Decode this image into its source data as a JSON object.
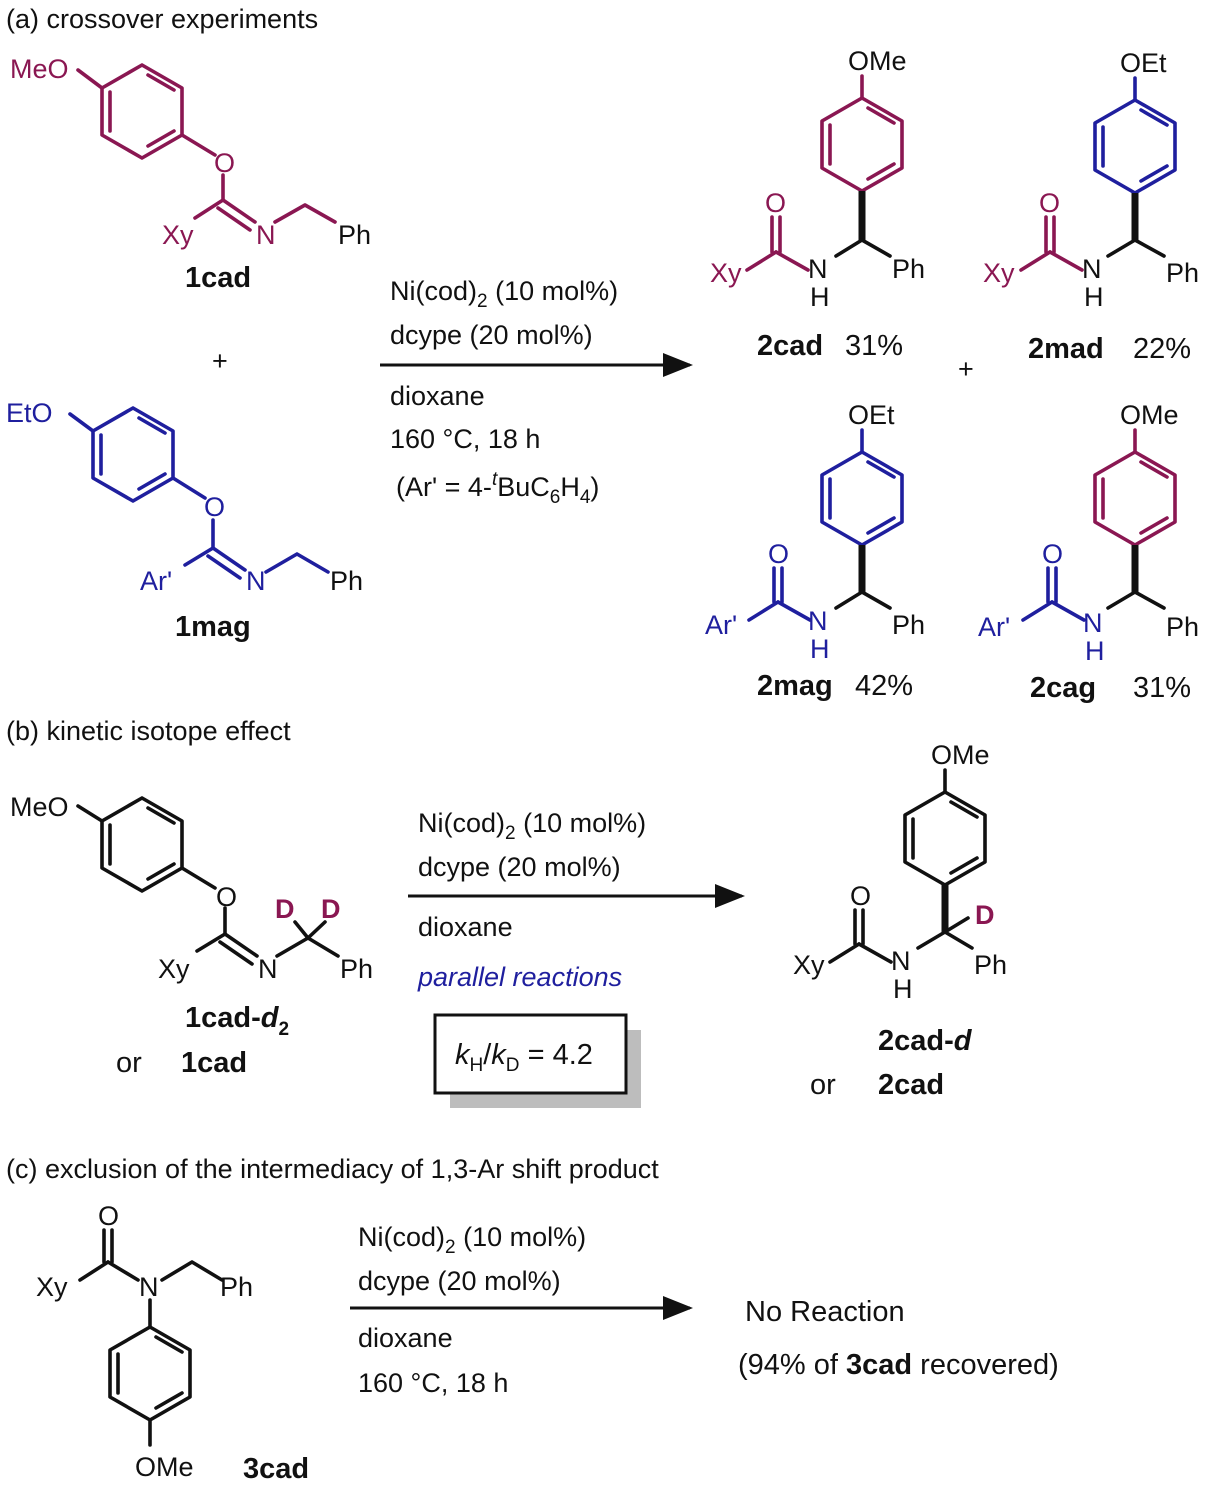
{
  "colors": {
    "magenta": "#8a1752",
    "blue": "#1f1f9e",
    "black": "#111111",
    "shadow": "#bdbdbd"
  },
  "sections": {
    "a": "(a) crossover experiments",
    "b": "(b) kinetic isotope effect",
    "c": "(c) exclusion of the intermediacy of 1,3-Ar shift product"
  },
  "atoms": {
    "MeO": "MeO",
    "EtO": "EtO",
    "OMe": "OMe",
    "OEt": "OEt",
    "O": "O",
    "N": "N",
    "H": "H",
    "D": "D",
    "Xy": "Xy",
    "Ar": "Ar'",
    "Ph": "Ph",
    "plus": "+",
    "or": "or"
  },
  "compounds": {
    "c1cad": "1cad",
    "c1mag": "1mag",
    "c1cad_d2": "1cad-",
    "c2cad": "2cad",
    "c2mad": "2mad",
    "c2mag": "2mag",
    "c2cag": "2cag",
    "c2cad_d": "2cad-",
    "c3cad": "3cad",
    "d2_italic": "d",
    "d2_sub": "2",
    "d_italic": "d"
  },
  "yields": {
    "y2cad": "31%",
    "y2mad": "22%",
    "y2mag": "42%",
    "y2cag": "31%"
  },
  "conditions": {
    "ni_pre": "Ni(cod)",
    "ni_sub": "2",
    "ni_post": " (10 mol%)",
    "dcype": "dcype (20 mol%)",
    "solvent": "dioxane",
    "temp": "160 °C, 18 h",
    "ar_pre": "(Ar' = 4-",
    "ar_sup": "t",
    "ar_mid": "BuC",
    "ar_sub6": "6",
    "ar_h": "H",
    "ar_sub4": "4",
    "ar_post": ")",
    "parallel": "parallel reactions"
  },
  "kie": {
    "k": "k",
    "H": "H",
    "slash": "/",
    "D": "D",
    "value": " = 4.2"
  },
  "result_c": {
    "no_reaction": "No Reaction",
    "pre": "(94% of ",
    "bold": "3cad",
    "post": " recovered)"
  }
}
